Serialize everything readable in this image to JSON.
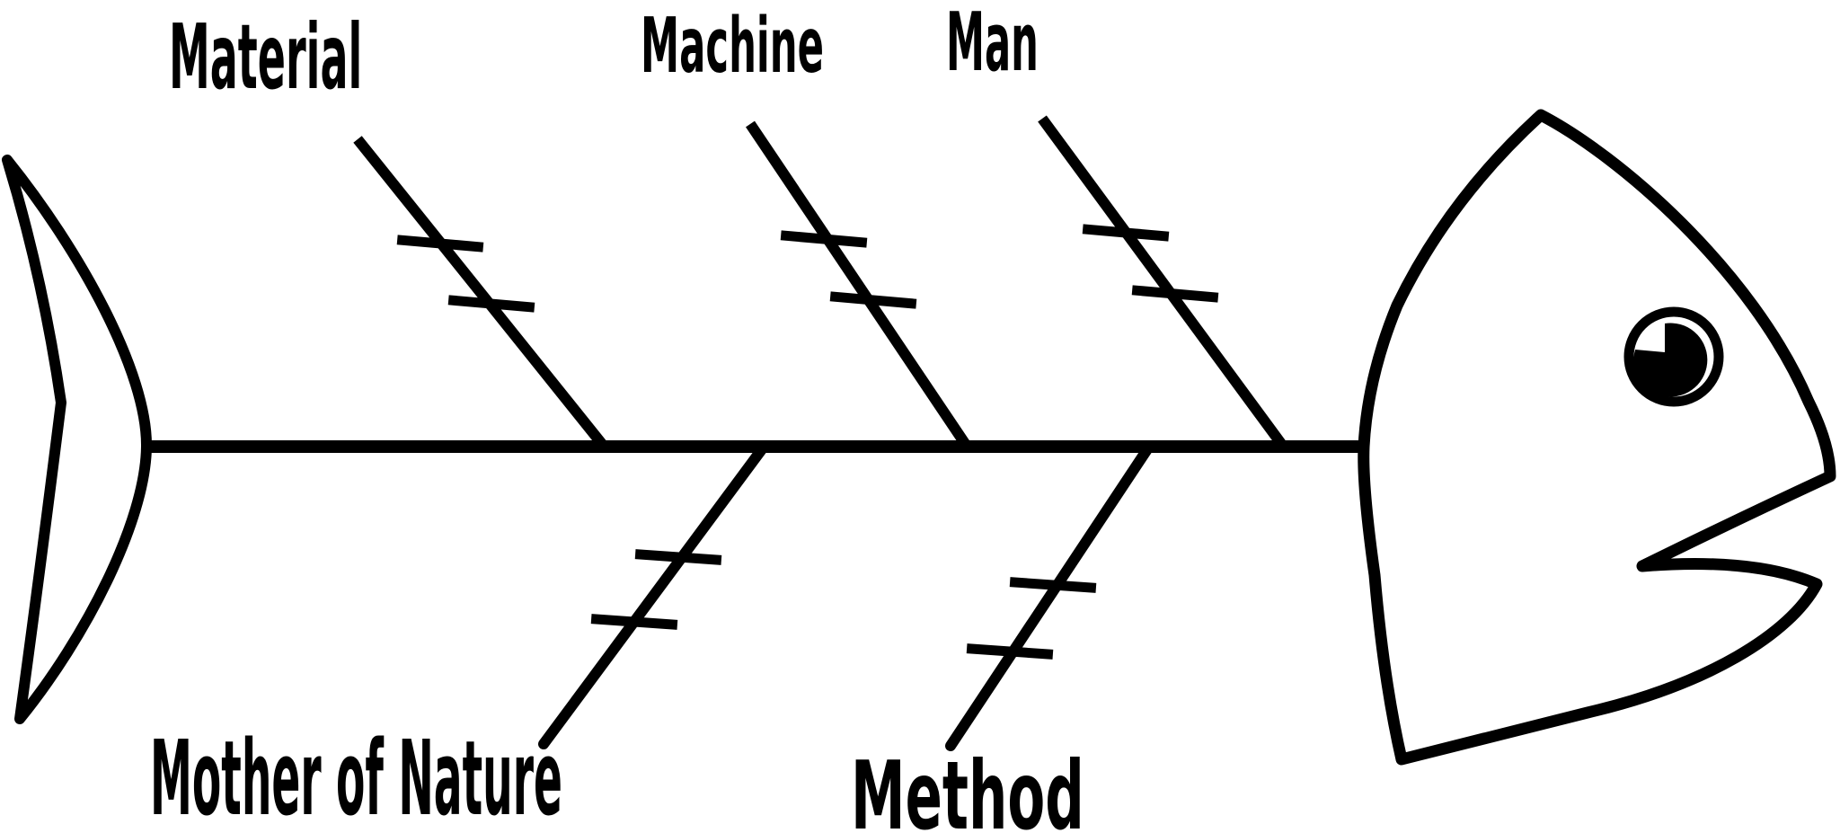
{
  "diagram": {
    "type": "fishbone",
    "description": "Fishbone (Ishikawa) cause-and-effect diagram drawn as a fish skeleton",
    "background_color": "#ffffff",
    "ink_color": "#000000",
    "top_categories": [
      "Material",
      "Machine",
      "Man"
    ],
    "bottom_categories": [
      "Mother of Nature",
      "Method"
    ],
    "ticks_per_bone": 2
  },
  "labels": {
    "material": "Material",
    "machine": "Machine",
    "man": "Man",
    "mother_of_nature": "Mother of Nature",
    "method": "Method"
  }
}
